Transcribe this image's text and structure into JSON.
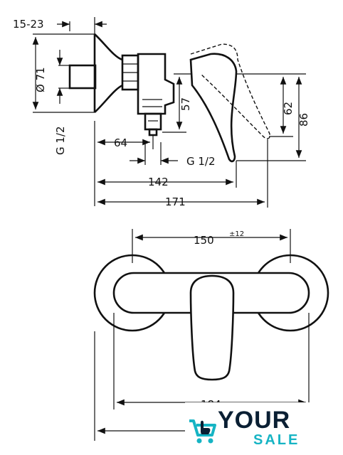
{
  "dimensions": {
    "flange_offset": "15-23",
    "diameter": "Ø 71",
    "thread_left": "G 1/2",
    "spout_height": "57",
    "depth_inlet": "64",
    "thread_bottom": "G 1/2",
    "length_142": "142",
    "length_171": "171",
    "height_62": "62",
    "height_86": "86",
    "center_distance": "150",
    "tolerance": "±12",
    "width_partial": "184"
  },
  "brand": {
    "word1": "YOUR",
    "word2": "SALE",
    "icon": "cart-hand-icon",
    "color_primary": "#0a1f33",
    "color_accent": "#16b4c4"
  }
}
